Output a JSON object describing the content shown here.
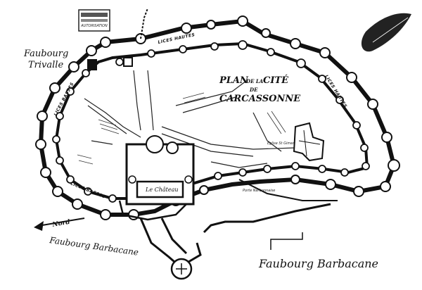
{
  "map": {
    "title_line1": "PLAN",
    "title_de_la": "DE LA",
    "title_cite": "CITÉ",
    "title_de": "DE",
    "title_city": "CARCASSONNE",
    "faubourg_trivalle_1": "Faubourg",
    "faubourg_trivalle_2": "Trivalle",
    "faubourg_barbacane_left": "Faubourg Barbacane",
    "faubourg_barbacane_right": "Faubourg Barbacane",
    "north_label": "Nord",
    "lices_hautes_top": "LICES HAUTES",
    "lices_hautes_right": "LICES HAUTES",
    "lices_basses_left": "LICES BASSES",
    "lices_basses_bottom": "LICES BASSES",
    "le_chateau": "Le Château",
    "porte_narbonnaise": "Porte Narbonnaise",
    "church_label": "Église St Gimer",
    "stamp_label": "AUTORISATION"
  }
}
